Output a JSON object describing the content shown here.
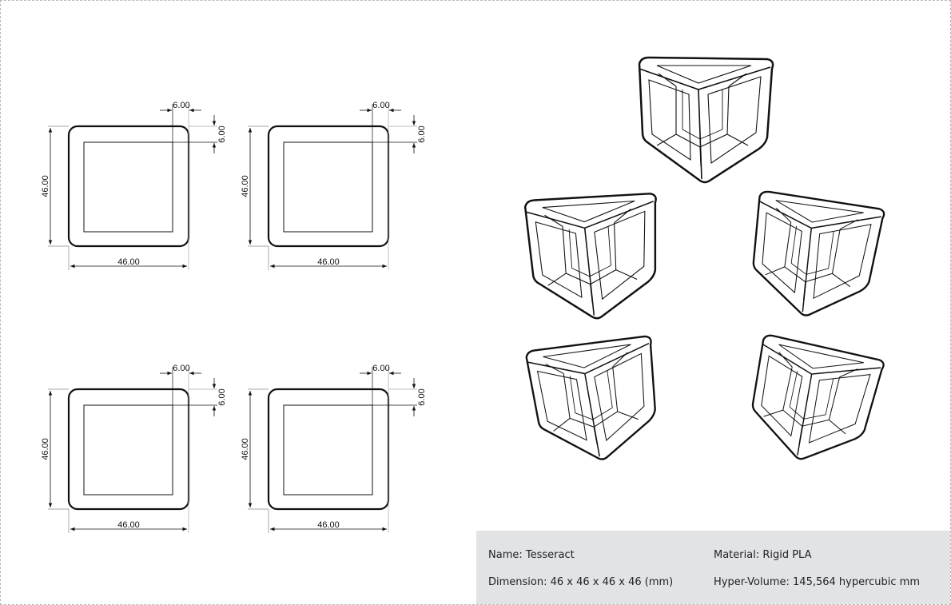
{
  "drawings": [
    {
      "width_label": "46.00",
      "height_label": "46.00",
      "wall_top_label": "6.00",
      "wall_side_label": "6.00"
    },
    {
      "width_label": "46.00",
      "height_label": "46.00",
      "wall_top_label": "6.00",
      "wall_side_label": "6.00"
    },
    {
      "width_label": "46.00",
      "height_label": "46.00",
      "wall_top_label": "6.00",
      "wall_side_label": "6.00"
    },
    {
      "width_label": "46.00",
      "height_label": "46.00",
      "wall_top_label": "6.00",
      "wall_side_label": "6.00"
    }
  ],
  "info": {
    "name": "Name: Tesseract",
    "material": "Material: Rigid PLA",
    "dimension": "Dimension: 46 x 46 x 46 x 46 (mm)",
    "hypervolume": "Hyper-Volume: 145,564 hypercubic mm"
  },
  "colors": {
    "panel": "#e2e3e5",
    "line": "#111111"
  }
}
